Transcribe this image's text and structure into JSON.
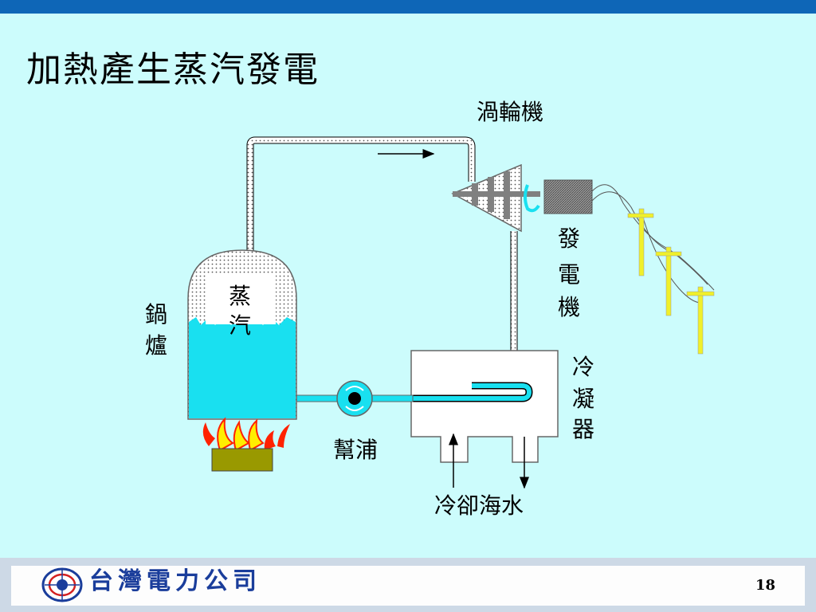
{
  "slide": {
    "title": "加熱產生蒸汽發電",
    "page_number": "18"
  },
  "diagram": {
    "labels": {
      "turbine": "渦輪機",
      "generator": [
        "發",
        "電",
        "機"
      ],
      "boiler": [
        "鍋",
        "爐"
      ],
      "steam": [
        "蒸",
        "汽"
      ],
      "condenser": [
        "冷",
        "凝",
        "器"
      ],
      "pump": "幫浦",
      "cooling_water": "冷卻海水"
    }
  },
  "footer": {
    "company_name": "台灣電力公司"
  },
  "colors": {
    "background": "#ccfcfc",
    "top_bar": "#0e66b7",
    "water": "#19e0f0",
    "company_text": "#1a3d9b",
    "utility_pole": "#f0f02a"
  }
}
